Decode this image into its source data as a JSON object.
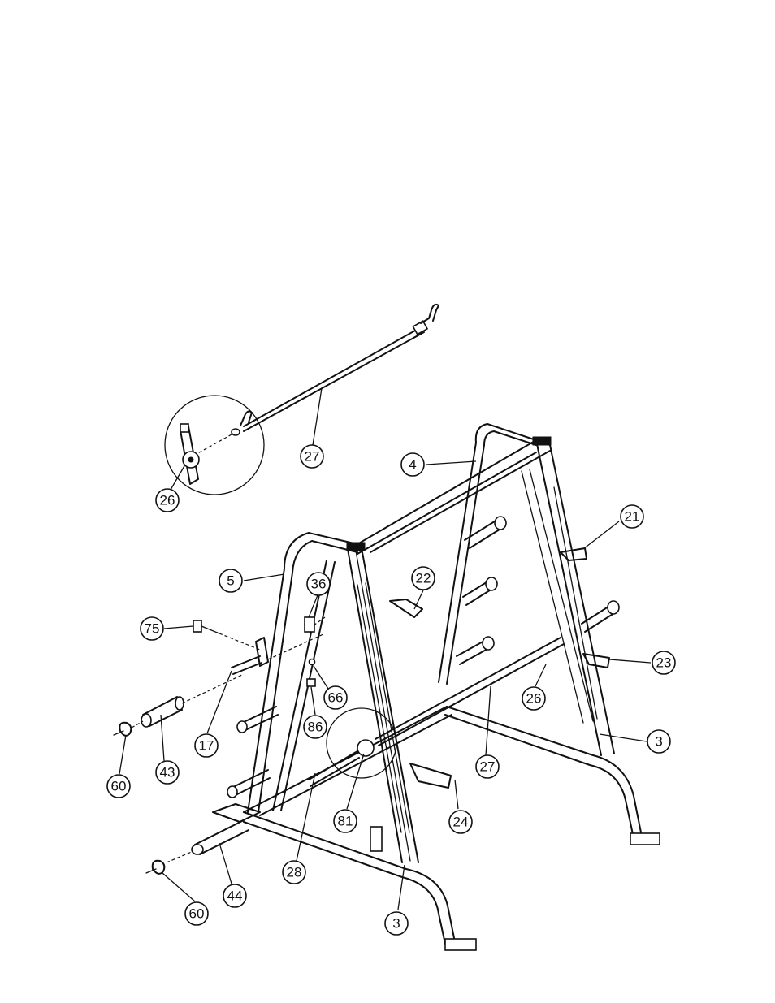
{
  "callouts": [
    {
      "id": "c27a",
      "label": "27"
    },
    {
      "id": "c26a",
      "label": "26"
    },
    {
      "id": "c4",
      "label": "4"
    },
    {
      "id": "c21",
      "label": "21"
    },
    {
      "id": "c5",
      "label": "5"
    },
    {
      "id": "c36",
      "label": "36"
    },
    {
      "id": "c22",
      "label": "22"
    },
    {
      "id": "c75",
      "label": "75"
    },
    {
      "id": "c23",
      "label": "23"
    },
    {
      "id": "c66",
      "label": "66"
    },
    {
      "id": "c26b",
      "label": "26"
    },
    {
      "id": "c86",
      "label": "86"
    },
    {
      "id": "c3a",
      "label": "3"
    },
    {
      "id": "c17",
      "label": "17"
    },
    {
      "id": "c27b",
      "label": "27"
    },
    {
      "id": "c60a",
      "label": "60"
    },
    {
      "id": "c43",
      "label": "43"
    },
    {
      "id": "c81",
      "label": "81"
    },
    {
      "id": "c24",
      "label": "24"
    },
    {
      "id": "c28",
      "label": "28"
    },
    {
      "id": "c44",
      "label": "44"
    },
    {
      "id": "c60b",
      "label": "60"
    },
    {
      "id": "c3b",
      "label": "3"
    }
  ]
}
